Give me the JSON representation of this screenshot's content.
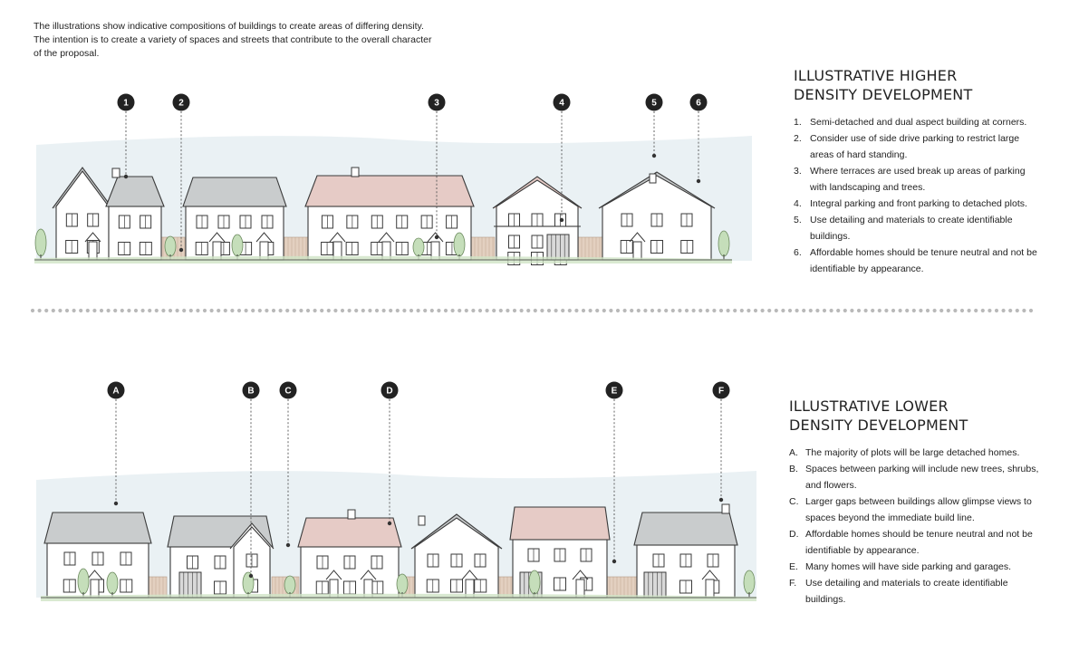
{
  "intro": "The illustrations show indicative compositions of buildings to create areas of differing density. The intention is to create a variety of spaces and streets that contribute to the overall character of the proposal.",
  "higher": {
    "title_line1": "ILLUSTRATIVE HIGHER",
    "title_line2": "DENSITY DEVELOPMENT",
    "markers": [
      "1",
      "2",
      "3",
      "4",
      "5",
      "6"
    ],
    "notes": [
      {
        "num": "1.",
        "lines": [
          "Semi-detached and dual aspect building at corners."
        ]
      },
      {
        "num": "2.",
        "lines": [
          "Consider use of side drive parking to restrict large",
          "areas of hard standing."
        ]
      },
      {
        "num": "3.",
        "lines": [
          "Where terraces are used break up areas of parking",
          "with landscaping and trees."
        ]
      },
      {
        "num": "4.",
        "lines": [
          "Integral parking and front parking to detached plots."
        ]
      },
      {
        "num": "5.",
        "lines": [
          "Use detailing and materials to create identifiable",
          "buildings."
        ]
      },
      {
        "num": "6.",
        "lines": [
          "Affordable homes should be tenure neutral and not be",
          "identifiable by appearance."
        ]
      }
    ]
  },
  "lower": {
    "title_line1": "ILLUSTRATIVE LOWER",
    "title_line2": "DENSITY DEVELOPMENT",
    "markers": [
      "A",
      "B",
      "C",
      "D",
      "E",
      "F"
    ],
    "notes": [
      {
        "num": "A.",
        "lines": [
          "The majority of plots will be large detached homes."
        ]
      },
      {
        "num": "B.",
        "lines": [
          "Spaces between parking will include new trees, shrubs,",
          "and flowers."
        ]
      },
      {
        "num": "C.",
        "lines": [
          "Larger gaps between buildings allow glimpse views to",
          "spaces beyond the immediate build line."
        ]
      },
      {
        "num": "D.",
        "lines": [
          "Affordable homes should be tenure neutral and not be",
          "identifiable by appearance."
        ]
      },
      {
        "num": "E.",
        "lines": [
          "Many homes will have side parking and garages."
        ]
      },
      {
        "num": "F.",
        "lines": [
          "Use detailing and materials to create identifiable",
          "buildings."
        ]
      }
    ]
  },
  "colors": {
    "sketch_line": "#3a3a3a",
    "roof_grey": "#c9cccd",
    "roof_red": "#e6cbc6",
    "fence": "#e3d0c0",
    "sky_wash": "#e6eff2",
    "tree_green": "#c5deba",
    "ground_green": "#cfe3c5",
    "marker_fill": "#222222",
    "divider_dot": "#b9b9b9"
  }
}
